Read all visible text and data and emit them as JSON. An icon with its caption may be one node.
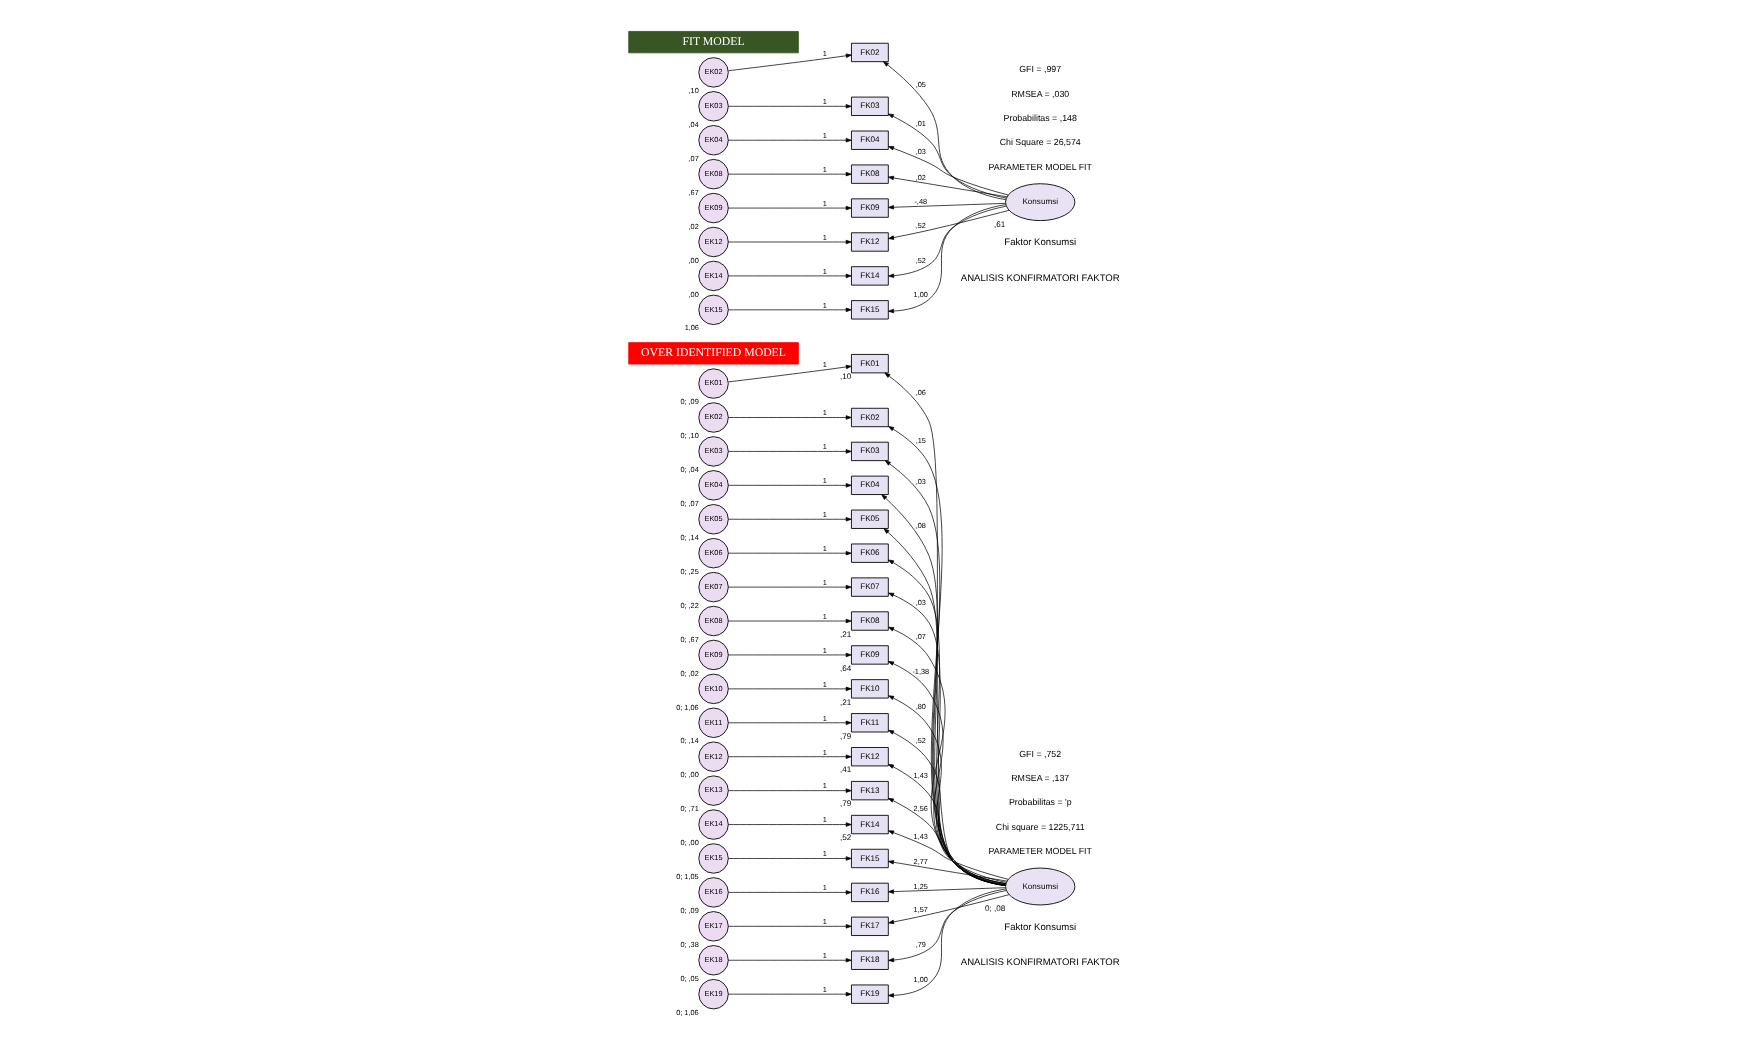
{
  "diagram": {
    "nodes": [
      {
        "text": [
          "OVER IDENTIFIED MODEL"
        ]
      },
      {
        "text": [
          "FIT MODEL"
        ]
      },
      {
        "text": [
          "EK01"
        ],
        "beside": [
          "0; ,09"
        ]
      },
      {
        "text": [
          "EK02"
        ],
        "beside": [
          "0; ,10"
        ]
      },
      {
        "text": [
          "EK03"
        ],
        "beside": [
          "0; ,04"
        ]
      },
      {
        "text": [
          "EK04"
        ],
        "beside": [
          "0; ,07"
        ]
      },
      {
        "text": [
          "EK05"
        ],
        "beside": [
          "0; ,14"
        ]
      },
      {
        "text": [
          "EK06"
        ],
        "beside": [
          "0; ,25"
        ]
      },
      {
        "text": [
          "EK07"
        ],
        "beside": [
          "0; ,22"
        ]
      },
      {
        "text": [
          "EK08"
        ],
        "beside": [
          "0; ,67"
        ]
      },
      {
        "text": [
          "EK09"
        ],
        "beside": [
          "0; ,02"
        ]
      },
      {
        "text": [
          "EK10"
        ],
        "beside": [
          "0; 1,06"
        ]
      },
      {
        "text": [
          "EK11"
        ],
        "beside": [
          "0; ,14"
        ]
      },
      {
        "text": [
          "EK12"
        ],
        "beside": [
          "0; ,00"
        ]
      },
      {
        "text": [
          "EK13"
        ],
        "beside": [
          "0; ,71"
        ]
      },
      {
        "text": [
          "EK14"
        ],
        "beside": [
          "0; ,00"
        ]
      },
      {
        "text": [
          "EK15"
        ],
        "beside": [
          "0; 1,05"
        ]
      },
      {
        "text": [
          "EK16"
        ],
        "beside": [
          "0; ,09"
        ]
      },
      {
        "text": [
          "EK17"
        ],
        "beside": [
          "0; ,38"
        ]
      },
      {
        "text": [
          "EK18"
        ],
        "beside": [
          "0; ,05"
        ]
      },
      {
        "text": [
          "EK19"
        ],
        "beside": [
          "0; 1,06"
        ]
      },
      {
        "text": [
          "FK01"
        ],
        "beside": [
          ",10"
        ]
      },
      {
        "text": [
          "FK02"
        ]
      },
      {
        "text": [
          "FK03"
        ]
      },
      {
        "text": [
          "FK04"
        ]
      },
      {
        "text": [
          "FK05"
        ]
      },
      {
        "text": [
          "FK06"
        ]
      },
      {
        "text": [
          "FK07"
        ]
      },
      {
        "text": [
          "FK08"
        ],
        "beside": [
          ",21"
        ]
      },
      {
        "text": [
          "FK09"
        ],
        "beside": [
          ",64"
        ]
      },
      {
        "text": [
          "FK10"
        ],
        "beside": [
          ",21"
        ]
      },
      {
        "text": [
          "FK11"
        ],
        "beside": [
          ",79"
        ]
      },
      {
        "text": [
          "FK12"
        ],
        "beside": [
          ",41"
        ]
      },
      {
        "text": [
          "FK13"
        ],
        "beside": [
          ",79"
        ]
      },
      {
        "text": [
          "FK14"
        ],
        "beside": [
          ",52"
        ]
      },
      {
        "text": [
          "FK15"
        ]
      },
      {
        "text": [
          "FK16"
        ]
      },
      {
        "text": [
          "FK17"
        ]
      },
      {
        "text": [
          "FK18"
        ]
      },
      {
        "text": [
          "FK19"
        ]
      },
      {
        "text": [
          "Konsumsi"
        ],
        "beside": [
          "0; ,08"
        ]
      },
      {
        "text": [
          "EK02"
        ],
        "beside": [
          ",10"
        ]
      },
      {
        "text": [
          "EK03"
        ],
        "beside": [
          ",04"
        ]
      },
      {
        "text": [
          "EK04"
        ],
        "beside": [
          ",07"
        ]
      },
      {
        "text": [
          "EK08"
        ],
        "beside": [
          ",67"
        ]
      },
      {
        "text": [
          "EK09"
        ],
        "beside": [
          ",02"
        ]
      },
      {
        "text": [
          "EK12"
        ],
        "beside": [
          ",00"
        ]
      },
      {
        "text": [
          "EK14"
        ],
        "beside": [
          ",00"
        ]
      },
      {
        "text": [
          "EK15"
        ],
        "beside": [
          "1,06"
        ]
      },
      {
        "text": [
          "FK02"
        ]
      },
      {
        "text": [
          "FK03"
        ]
      },
      {
        "text": [
          "FK04"
        ]
      },
      {
        "text": [
          "FK08"
        ]
      },
      {
        "text": [
          "FK09"
        ]
      },
      {
        "text": [
          "FK12"
        ]
      },
      {
        "text": [
          "FK14"
        ]
      },
      {
        "text": [
          "FK15"
        ]
      },
      {
        "text": [
          "Konsumsi"
        ],
        "beside": [
          ",61"
        ]
      }
    ],
    "edges": [
      {
        "from": 2,
        "to": 21,
        "arrow": "to",
        "label": "1"
      },
      {
        "from": 3,
        "to": 22,
        "arrow": "to",
        "label": "1"
      },
      {
        "from": 4,
        "to": 23,
        "arrow": "to",
        "label": "1"
      },
      {
        "from": 5,
        "to": 24,
        "arrow": "to",
        "label": "1"
      },
      {
        "from": 6,
        "to": 25,
        "arrow": "to",
        "label": "1"
      },
      {
        "from": 7,
        "to": 26,
        "arrow": "to",
        "label": "1"
      },
      {
        "from": 8,
        "to": 27,
        "arrow": "to",
        "label": "1"
      },
      {
        "from": 9,
        "to": 28,
        "arrow": "to",
        "label": "1"
      },
      {
        "from": 10,
        "to": 29,
        "arrow": "to",
        "label": "1"
      },
      {
        "from": 11,
        "to": 30,
        "arrow": "to",
        "label": "1"
      },
      {
        "from": 12,
        "to": 31,
        "arrow": "to",
        "label": "1"
      },
      {
        "from": 13,
        "to": 32,
        "arrow": "to",
        "label": "1"
      },
      {
        "from": 14,
        "to": 33,
        "arrow": "to",
        "label": "1"
      },
      {
        "from": 15,
        "to": 34,
        "arrow": "to",
        "label": "1"
      },
      {
        "from": 16,
        "to": 35,
        "arrow": "to",
        "label": "1"
      },
      {
        "from": 17,
        "to": 36,
        "arrow": "to",
        "label": "1"
      },
      {
        "from": 18,
        "to": 37,
        "arrow": "to",
        "label": "1"
      },
      {
        "from": 19,
        "to": 38,
        "arrow": "to",
        "label": "1"
      },
      {
        "from": 20,
        "to": 39,
        "arrow": "to",
        "label": "1"
      },
      {
        "from": 40,
        "to": 21,
        "arrow": "to",
        "label": ",06"
      },
      {
        "from": 40,
        "to": 22,
        "arrow": "to",
        "label": ",15"
      },
      {
        "from": 40,
        "to": 23,
        "arrow": "to",
        "label": ",03"
      },
      {
        "from": 40,
        "to": 24,
        "arrow": "to",
        "label": ",08"
      },
      {
        "from": 40,
        "to": 25,
        "arrow": "to"
      },
      {
        "from": 40,
        "to": 26,
        "arrow": "to"
      },
      {
        "from": 40,
        "to": 27,
        "arrow": "to",
        "label": ",03"
      },
      {
        "from": 40,
        "to": 28,
        "arrow": "to",
        "label": ",07"
      },
      {
        "from": 40,
        "to": 29,
        "arrow": "to",
        "label": "-1,38"
      },
      {
        "from": 40,
        "to": 30,
        "arrow": "to",
        "label": ",80"
      },
      {
        "from": 40,
        "to": 31,
        "arrow": "to",
        "label": ",52"
      },
      {
        "from": 40,
        "to": 32,
        "arrow": "to",
        "label": "1,43"
      },
      {
        "from": 40,
        "to": 33,
        "arrow": "to",
        "label": "2,56"
      },
      {
        "from": 40,
        "to": 34,
        "arrow": "to",
        "label": "1,43"
      },
      {
        "from": 40,
        "to": 35,
        "arrow": "to",
        "label": "2,77"
      },
      {
        "from": 40,
        "to": 36,
        "arrow": "to",
        "label": "1,25"
      },
      {
        "from": 40,
        "to": 37,
        "arrow": "to",
        "label": "1,57"
      },
      {
        "from": 40,
        "to": 38,
        "arrow": "to",
        "label": ",79"
      },
      {
        "from": 40,
        "to": 39,
        "arrow": "to",
        "label": "1,00"
      },
      {
        "from": 41,
        "to": 49,
        "arrow": "to",
        "label": "1"
      },
      {
        "from": 42,
        "to": 50,
        "arrow": "to",
        "label": "1"
      },
      {
        "from": 43,
        "to": 51,
        "arrow": "to",
        "label": "1"
      },
      {
        "from": 44,
        "to": 52,
        "arrow": "to",
        "label": "1"
      },
      {
        "from": 45,
        "to": 53,
        "arrow": "to",
        "label": "1"
      },
      {
        "from": 46,
        "to": 54,
        "arrow": "to",
        "label": "1"
      },
      {
        "from": 47,
        "to": 55,
        "arrow": "to",
        "label": "1"
      },
      {
        "from": 48,
        "to": 56,
        "arrow": "to",
        "label": "1"
      },
      {
        "from": 57,
        "to": 49,
        "arrow": "to",
        "label": ",05"
      },
      {
        "from": 57,
        "to": 50,
        "arrow": "to",
        "label": ",01"
      },
      {
        "from": 57,
        "to": 51,
        "arrow": "to",
        "label": ",03"
      },
      {
        "from": 57,
        "to": 52,
        "arrow": "to",
        "label": ",02"
      },
      {
        "from": 57,
        "to": 53,
        "arrow": "to",
        "label": "-,48"
      },
      {
        "from": 57,
        "to": 54,
        "arrow": "to",
        "label": ",52"
      },
      {
        "from": 57,
        "to": 55,
        "arrow": "to",
        "label": ",52"
      },
      {
        "from": 57,
        "to": 56,
        "arrow": "to",
        "label": "1,00"
      }
    ],
    "labels": [
      "ANALISIS KONFIRMATORI FAKTOR",
      "Faktor Konsumsi",
      "ANALISIS KONFIRMATORI FAKTOR",
      "Faktor Konsumsi",
      "PARAMETER MODEL FIT",
      "Chi square = 1225,711",
      "Probabilitas = 'p",
      "RMSEA = ,137",
      "GFI = ,752",
      "PARAMETER MODEL FIT",
      "Chi Square = 26,574",
      "Probabilitas = ,148",
      "RMSEA = ,030",
      "GFI = ,997"
    ]
  }
}
